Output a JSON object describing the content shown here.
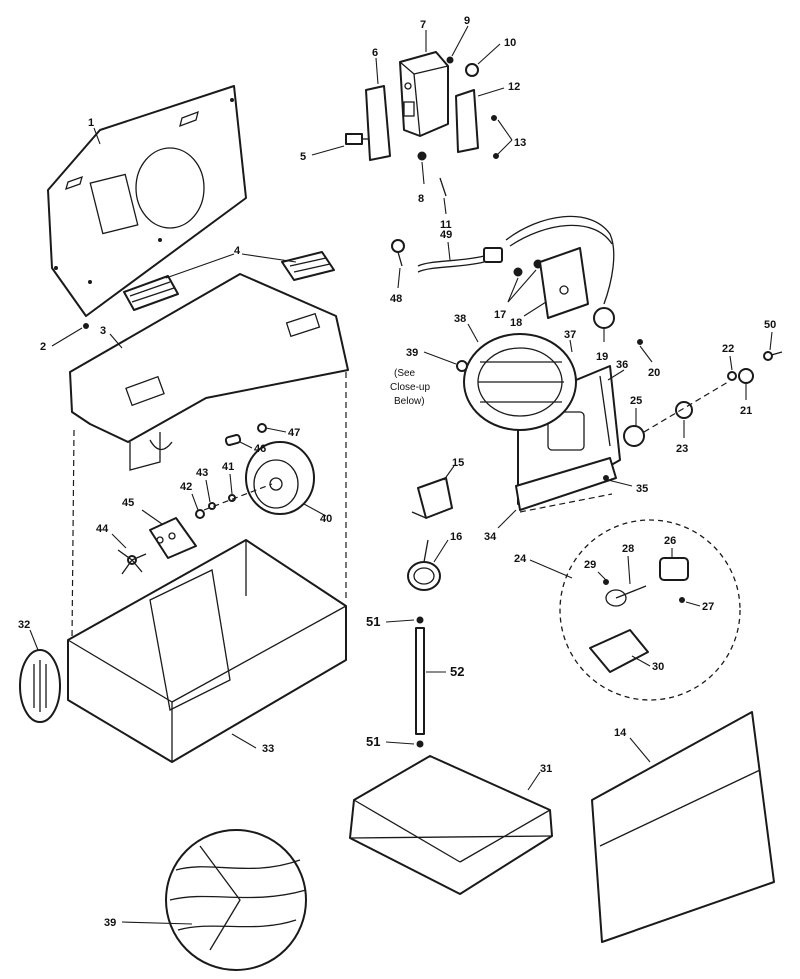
{
  "diagram": {
    "note_lines": [
      "(See",
      "Close-up",
      "Below)"
    ],
    "callouts": {
      "c1": "1",
      "c2": "2",
      "c3": "3",
      "c4": "4",
      "c5": "5",
      "c6": "6",
      "c7": "7",
      "c8": "8",
      "c9": "9",
      "c10": "10",
      "c11": "11",
      "c12": "12",
      "c13": "13",
      "c14": "14",
      "c15": "15",
      "c16": "16",
      "c17": "17",
      "c18": "18",
      "c19": "19",
      "c20": "20",
      "c21": "21",
      "c22": "22",
      "c23": "23",
      "c24": "24",
      "c25": "25",
      "c26": "26",
      "c27": "27",
      "c28": "28",
      "c29": "29",
      "c30": "30",
      "c31": "31",
      "c32": "32",
      "c33": "33",
      "c34": "34",
      "c35": "35",
      "c36": "36",
      "c37": "37",
      "c38": "38",
      "c39": "39",
      "c39b": "39",
      "c40": "40",
      "c41": "41",
      "c42": "42",
      "c43": "43",
      "c44": "44",
      "c45": "45",
      "c46": "46",
      "c47": "47",
      "c48": "48",
      "c49": "49",
      "c50": "50",
      "c51": "51",
      "c51b": "51",
      "c52": "52"
    }
  }
}
